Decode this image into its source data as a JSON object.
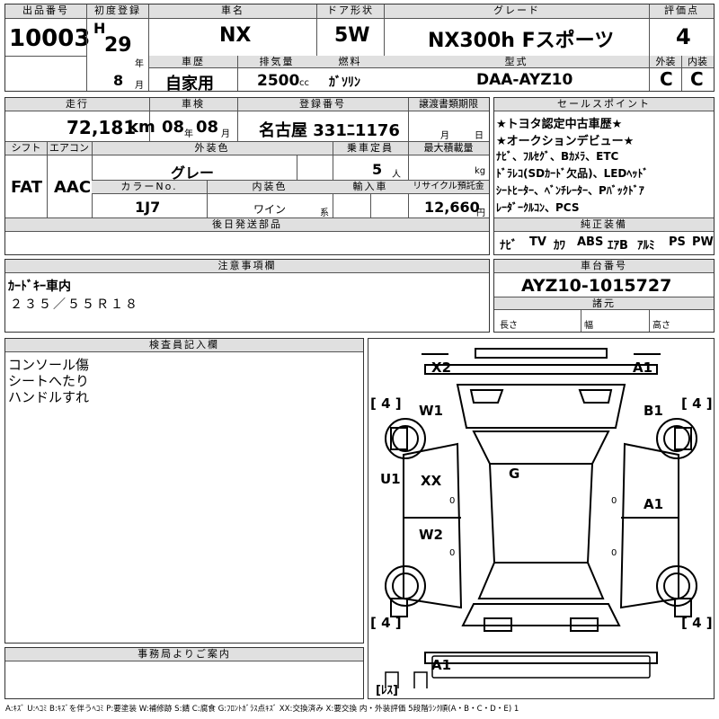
{
  "header": {
    "labels": {
      "lot_no": "出品番号",
      "first_reg": "初度登録",
      "car_name": "車名",
      "door": "ドア形状",
      "grade": "グレード",
      "score": "評価点",
      "history": "車歴",
      "displacement": "排気量",
      "fuel": "燃料",
      "model": "型式",
      "exterior": "外装",
      "interior": "内装"
    },
    "lot_no": "10003",
    "era": "H",
    "year": "29",
    "year_unit": "年",
    "month": "8",
    "month_unit": "月",
    "car_name": "NX",
    "door": "5W",
    "grade": "NX300h Fスポーツ",
    "score": "4",
    "history": "自家用",
    "displacement": "2500",
    "displacement_unit": "cc",
    "fuel": "ｶﾞｿﾘﾝ",
    "model": "DAA-AYZ10",
    "exterior_grade": "C",
    "interior_grade": "C"
  },
  "specs": {
    "labels": {
      "mileage": "走行",
      "inspection": "車検",
      "registration": "登録番号",
      "transfer": "譲渡書類期限",
      "shift": "シフト",
      "aircon": "エアコン",
      "ext_color": "外装色",
      "capacity": "乗車定員",
      "max_load": "最大積載量",
      "color_no": "カラーNo.",
      "int_color": "内装色",
      "import": "輸入車",
      "recycle": "リサイクル預託金",
      "later_parts": "後日発送部品"
    },
    "mileage": "72,181",
    "mileage_unit": "km",
    "insp_year": "08",
    "insp_year_unit": "年",
    "insp_month": "08",
    "insp_month_unit": "月",
    "registration": "名古屋 331ﾆ1176",
    "transfer_month_unit": "月",
    "transfer_day_unit": "日",
    "shift": "FAT",
    "aircon": "AAC",
    "ext_color": "グレー",
    "capacity": "5",
    "capacity_unit": "人",
    "max_load_unit": "kg",
    "color_no": "1J7",
    "int_color": "ワイン",
    "int_color_unit": "系",
    "recycle": "12,660",
    "recycle_unit": "円"
  },
  "sales": {
    "title": "セールスポイント",
    "lines": [
      "★トヨタ認定中古車歴★",
      "★オークションデビュー★",
      "ﾅﾋﾞ、ﾌﾙｾｸﾞ、Bｶﾒﾗ、ETC",
      "ﾄﾞﾗﾚｺ(SDｶｰﾄﾞ欠品)、LEDﾍｯﾄﾞ",
      "ｼｰﾄﾋｰﾀｰ、ﾍﾞﾝﾁﾚｰﾀｰ、Pﾊﾞｯｸﾄﾞｱ",
      "ﾚｰﾀﾞｰｸﾙｺﾝ、PCS"
    ],
    "equip_title": "純正装備",
    "equip": [
      "ﾅﾋﾞ",
      "TV",
      "ｶﾜ",
      "ABS",
      "ｴｱB",
      "ｱﾙﾐ",
      "PS",
      "PW"
    ]
  },
  "notes": {
    "title": "注意事項欄",
    "line1": "ｶｰﾄﾞｷｰ車内",
    "line2": "２３５／５５Ｒ１８"
  },
  "chassis": {
    "title": "車台番号",
    "number": "AYZ10-1015727",
    "dims_title": "諸元",
    "length": "長さ",
    "width": "幅",
    "height": "高さ"
  },
  "inspector": {
    "title": "検査員記入欄",
    "lines": [
      "コンソール傷",
      "シートへたり",
      "ハンドルすれ"
    ]
  },
  "office": {
    "title": "事務局よりご案内"
  },
  "diagram": {
    "marks": {
      "x2": "X2",
      "a1_front": "A1",
      "w1": "W1",
      "b1": "B1",
      "u1": "U1",
      "xx": "XX",
      "g": "G",
      "a1_side": "A1",
      "w2": "W2",
      "a1_rear": "A1",
      "zero": "0"
    },
    "tread": "[ 4 ]",
    "less": "[ﾚｽ]"
  },
  "legend": "A:ｷｽﾞ U:ﾍｺﾐ B:ｷｽﾞを伴うﾍｺﾐ P:要塗装 W:補修跡 S:錆 C:腐食 G:ﾌﾛﾝﾄｶﾞﾗｽ点ｷｽﾞ XX:交換済み X:要交換 内・外装評価 5段階ﾗﾝｸ順(A・B・C・D・E) 1"
}
